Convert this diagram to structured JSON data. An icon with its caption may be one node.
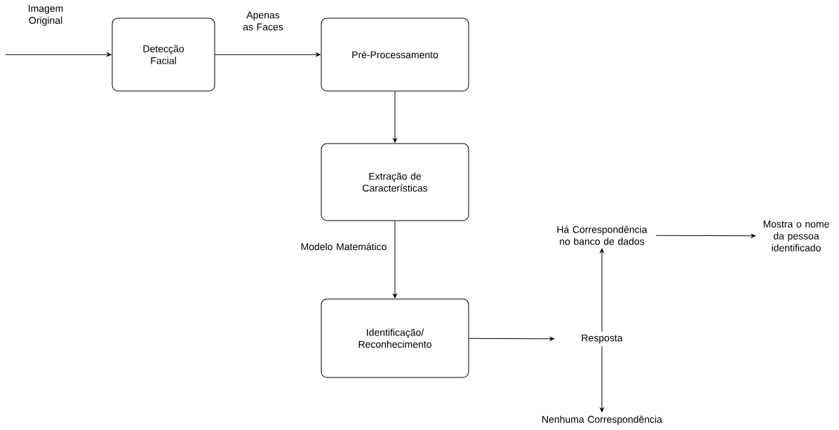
{
  "diagram": {
    "nodes": [
      {
        "text": [
          "Detecção Facial"
        ]
      },
      {
        "text": [
          "Pré-Processamento"
        ]
      },
      {
        "text": [
          "Extração de Características"
        ]
      },
      {
        "text": [
          "Identificação/ Reconhecimento"
        ]
      },
      {
        "text": [
          "Resposta"
        ]
      },
      {
        "text": [
          "Há Correspondência no banco de dados"
        ]
      },
      {
        "text": [
          "Mostra o nome da pessoa identificado"
        ]
      },
      {
        "text": [
          "Nenhuma Correspondência"
        ]
      }
    ],
    "edges": [
      {
        "from": null,
        "to": 0,
        "arrow": "to",
        "label": "Imagem Original"
      },
      {
        "from": 0,
        "to": 1,
        "arrow": "to",
        "label": "Apenas as Faces"
      },
      {
        "from": 1,
        "to": 2,
        "arrow": "to"
      },
      {
        "from": 2,
        "to": 3,
        "arrow": "to",
        "label": "Modelo Matemático"
      },
      {
        "from": 3,
        "to": 4,
        "arrow": "to"
      },
      {
        "from": 4,
        "to": 5,
        "arrow": "to"
      },
      {
        "from": 4,
        "to": 7,
        "arrow": "to"
      },
      {
        "from": 5,
        "to": 6,
        "arrow": "to"
      }
    ]
  }
}
